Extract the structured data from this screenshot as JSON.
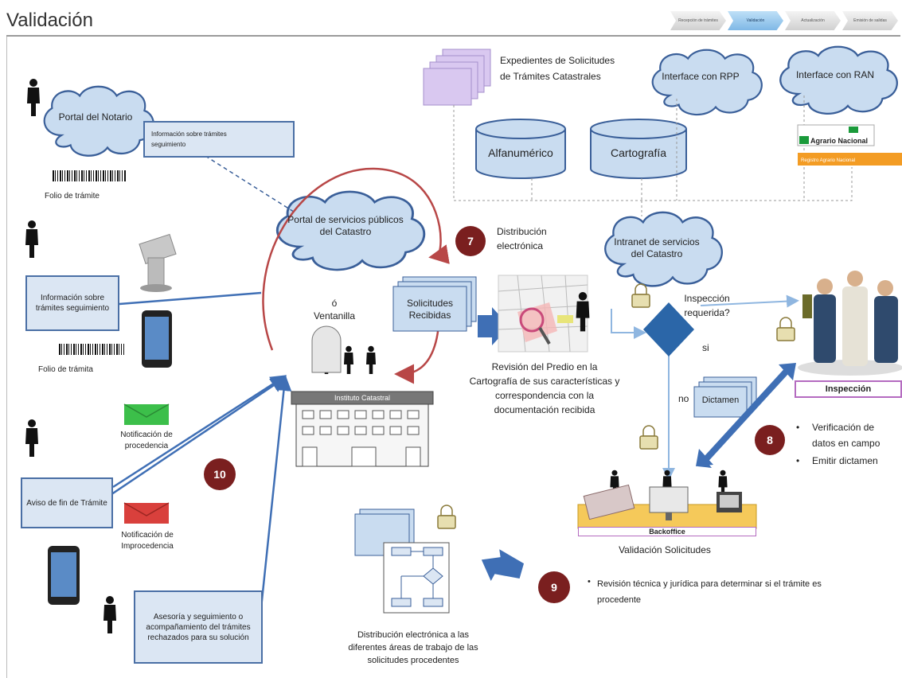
{
  "header": {
    "title": "Validación",
    "steps": [
      "Recepción de trámites",
      "Validación",
      "Actualización",
      "Emisión de salidas"
    ]
  },
  "left": {
    "portal_notario": "Portal del Notario",
    "info_box_top": "Información sobre trámites seguimiento",
    "folio_tramite_1": "Folio de trámite",
    "info_box_mid": "Información sobre trámites seguimiento",
    "folio_tramite_2": "Folio de trámita",
    "notif_procedencia": "Notificación de procedencia",
    "aviso_fin": "Aviso de fin de Trámite",
    "notif_improcedencia": "Notificación de Improcedencia",
    "asesoria": "Asesoría y seguimiento o acompañamiento del trámites rechazados para su solución"
  },
  "center": {
    "portal_servicios": "Portal de servicios públicos del Catastro",
    "o_label": "ó",
    "ventanilla": "Ventanilla",
    "instituto": "Instituto Catastral",
    "num_10": "10",
    "solicitudes": "Solicitudes Recibidas",
    "num_7": "7",
    "distribucion_elec": "Distribución electrónica",
    "revision_predio": "Revisión del Predio en la Cartografía de sus características y correspondencia con la documentación recibida",
    "expedientes": "Expedientes de Solicitudes de Trámites Catastrales",
    "alfanumerico": "Alfanumérico",
    "cartografia": "Cartografía",
    "interface_rpp": "Interface con RPP",
    "interface_ran": "Interface con RAN",
    "ran_label": "Agrario Nacional",
    "ran_orange": "Registro Agrario Nacional",
    "intranet": "Intranet de servicios del Catastro"
  },
  "right": {
    "inspeccion_req": "Inspección requerida?",
    "si": "si",
    "no": "no",
    "dictamen": "Dictamen",
    "inspeccion": "Inspección",
    "num_8": "8",
    "verif_1": "Verificación de",
    "verif_2": "datos en campo",
    "emitir": "Emitir dictamen",
    "backoffice": "Backoffice",
    "validacion_sol": "Validación Solicitudes",
    "num_9": "9",
    "revision_tecnica": "Revisión técnica y jurídica para determinar si el trámite es procedente",
    "distribucion_final": "Distribución electrónica a las diferentes áreas de trabajo de las solicitudes procedentes"
  },
  "colors": {
    "cloud": "#c9dcf0",
    "cloud_border": "#3a5f99",
    "arrow_blue": "#3f6fb5",
    "arrow_red": "#b84747",
    "num_circle": "#7a1f1f",
    "purple_docs": "#d9c8f0",
    "envelope_green": "#3cbf4a",
    "envelope_red": "#d9403c"
  }
}
